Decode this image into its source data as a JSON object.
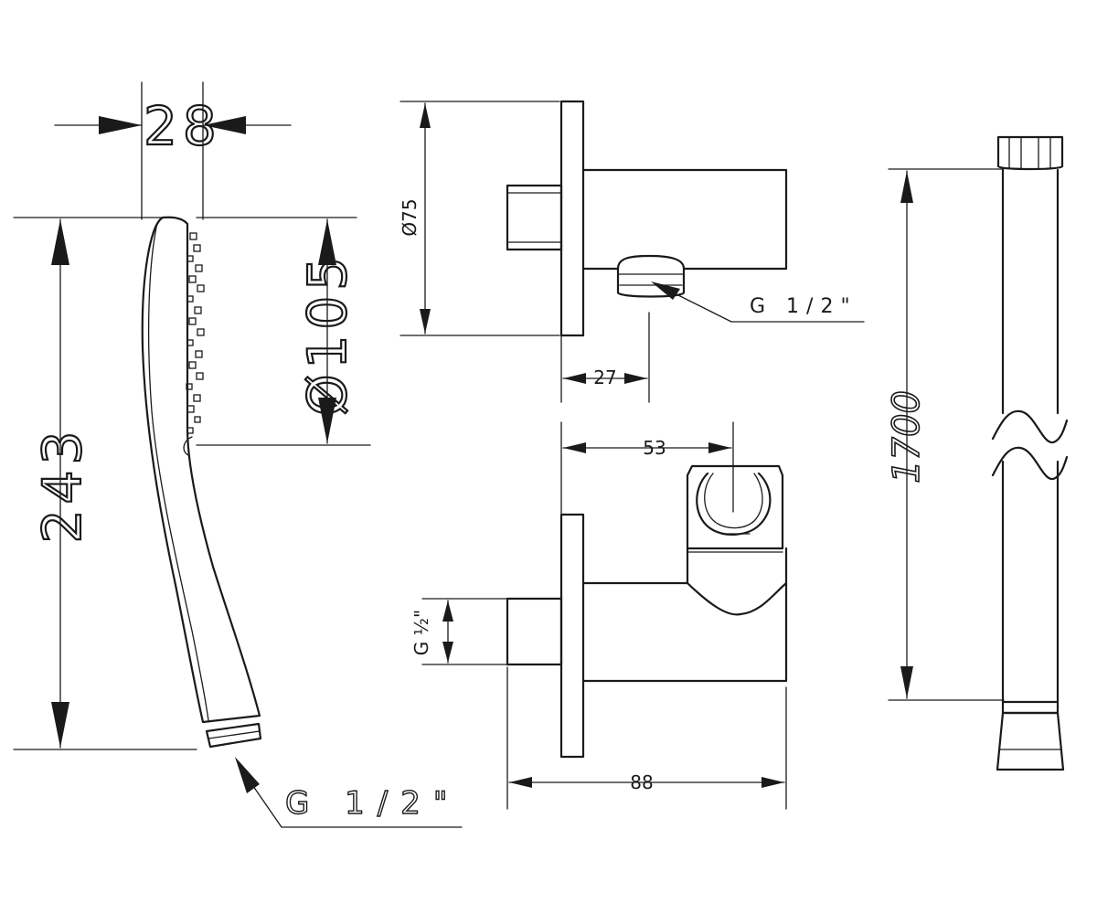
{
  "hand_shower": {
    "width_dim": "28",
    "length_dim": "243",
    "head_dia_dim": "Ø105",
    "thread_label": "G 1/2\""
  },
  "wall_elbow": {
    "flange_dia_dim": "Ø75",
    "outlet_offset_dim": "27",
    "thread_label": "G 1/2\""
  },
  "bracket_elbow": {
    "holder_offset_dim": "53",
    "depth_dim": "88",
    "inlet_thread_label": "G ½\""
  },
  "hose": {
    "length_dim": "1700"
  }
}
